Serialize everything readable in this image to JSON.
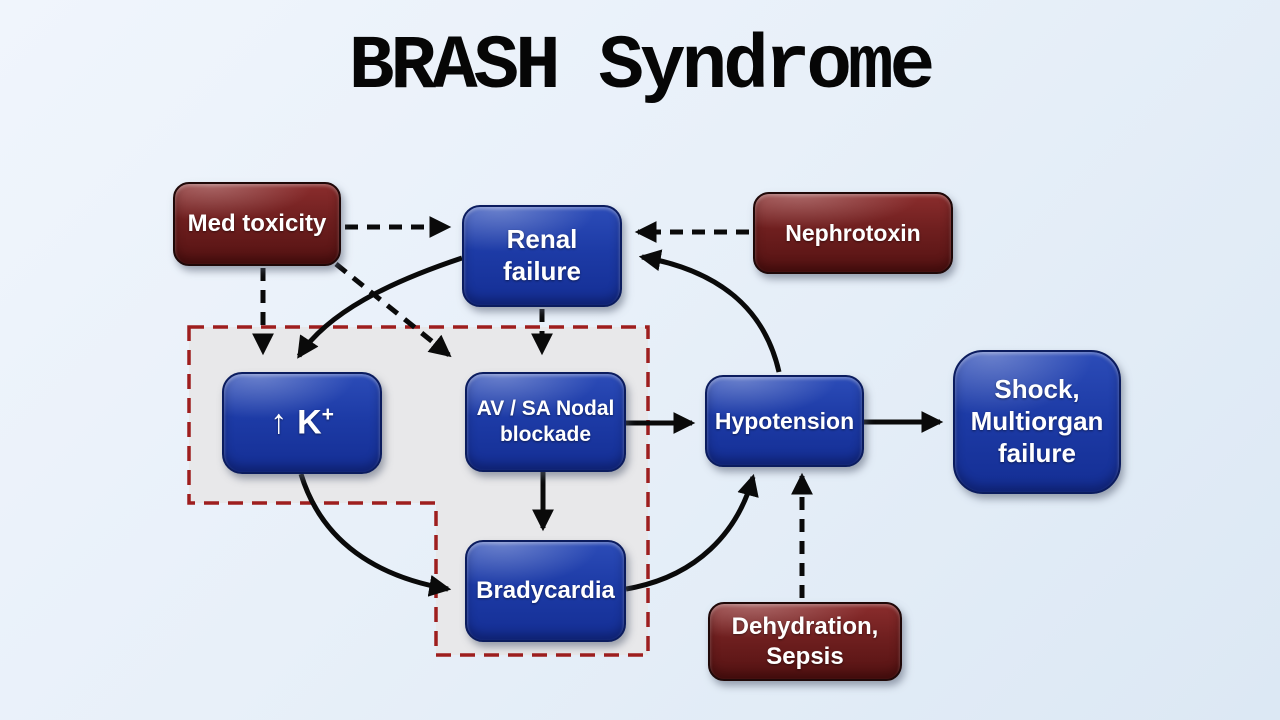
{
  "title": "BRASH Syndrome",
  "nodes": {
    "med_toxicity": {
      "lines": [
        "Med toxicity"
      ],
      "kind": "trigger"
    },
    "nephrotoxin": {
      "lines": [
        "Nephrotoxin"
      ],
      "kind": "trigger"
    },
    "dehydration_sepsis": {
      "lines": [
        "Dehydration,",
        "Sepsis"
      ],
      "kind": "trigger"
    },
    "renal_failure": {
      "lines": [
        "Renal",
        "failure"
      ],
      "kind": "process"
    },
    "hyperkalemia": {
      "arrow_glyph": "↑",
      "base": "K",
      "superscript": "+",
      "kind": "process"
    },
    "av_sa_nodal_blockade": {
      "lines": [
        "AV / SA Nodal",
        "blockade"
      ],
      "kind": "process"
    },
    "hypotension": {
      "lines": [
        "Hypotension"
      ],
      "kind": "process"
    },
    "bradycardia": {
      "lines": [
        "Bradycardia"
      ],
      "kind": "process"
    },
    "shock_multiorgan_failure": {
      "lines": [
        "Shock,",
        "Multiorgan",
        "failure"
      ],
      "kind": "process"
    }
  },
  "edges": [
    {
      "from": "med_toxicity",
      "to": "renal_failure",
      "style": "dashed"
    },
    {
      "from": "med_toxicity",
      "to": "hyperkalemia",
      "style": "dashed"
    },
    {
      "from": "med_toxicity",
      "to": "av_sa_nodal_blockade",
      "style": "dashed"
    },
    {
      "from": "nephrotoxin",
      "to": "renal_failure",
      "style": "dashed"
    },
    {
      "from": "renal_failure",
      "to": "hyperkalemia",
      "style": "solid"
    },
    {
      "from": "renal_failure",
      "to": "av_sa_nodal_blockade",
      "style": "dashed"
    },
    {
      "from": "hyperkalemia",
      "to": "bradycardia",
      "style": "solid"
    },
    {
      "from": "av_sa_nodal_blockade",
      "to": "bradycardia",
      "style": "solid"
    },
    {
      "from": "av_sa_nodal_blockade",
      "to": "hypotension",
      "style": "solid"
    },
    {
      "from": "bradycardia",
      "to": "hypotension",
      "style": "solid"
    },
    {
      "from": "dehydration_sepsis",
      "to": "hypotension",
      "style": "dashed"
    },
    {
      "from": "hypotension",
      "to": "renal_failure",
      "style": "solid"
    },
    {
      "from": "hypotension",
      "to": "shock_multiorgan_failure",
      "style": "solid"
    }
  ],
  "colors": {
    "background_start": "#f0f5fc",
    "background_end": "#dce8f4",
    "process_box_blue": "#1d3ba6",
    "trigger_box_maroon": "#6f1f1f",
    "box_text": "#ffffff",
    "arrow_black": "#0a0a0a",
    "loop_region_fill": "#e8e8ea",
    "loop_region_border": "#9e1e1e",
    "title_text": "#060606"
  }
}
